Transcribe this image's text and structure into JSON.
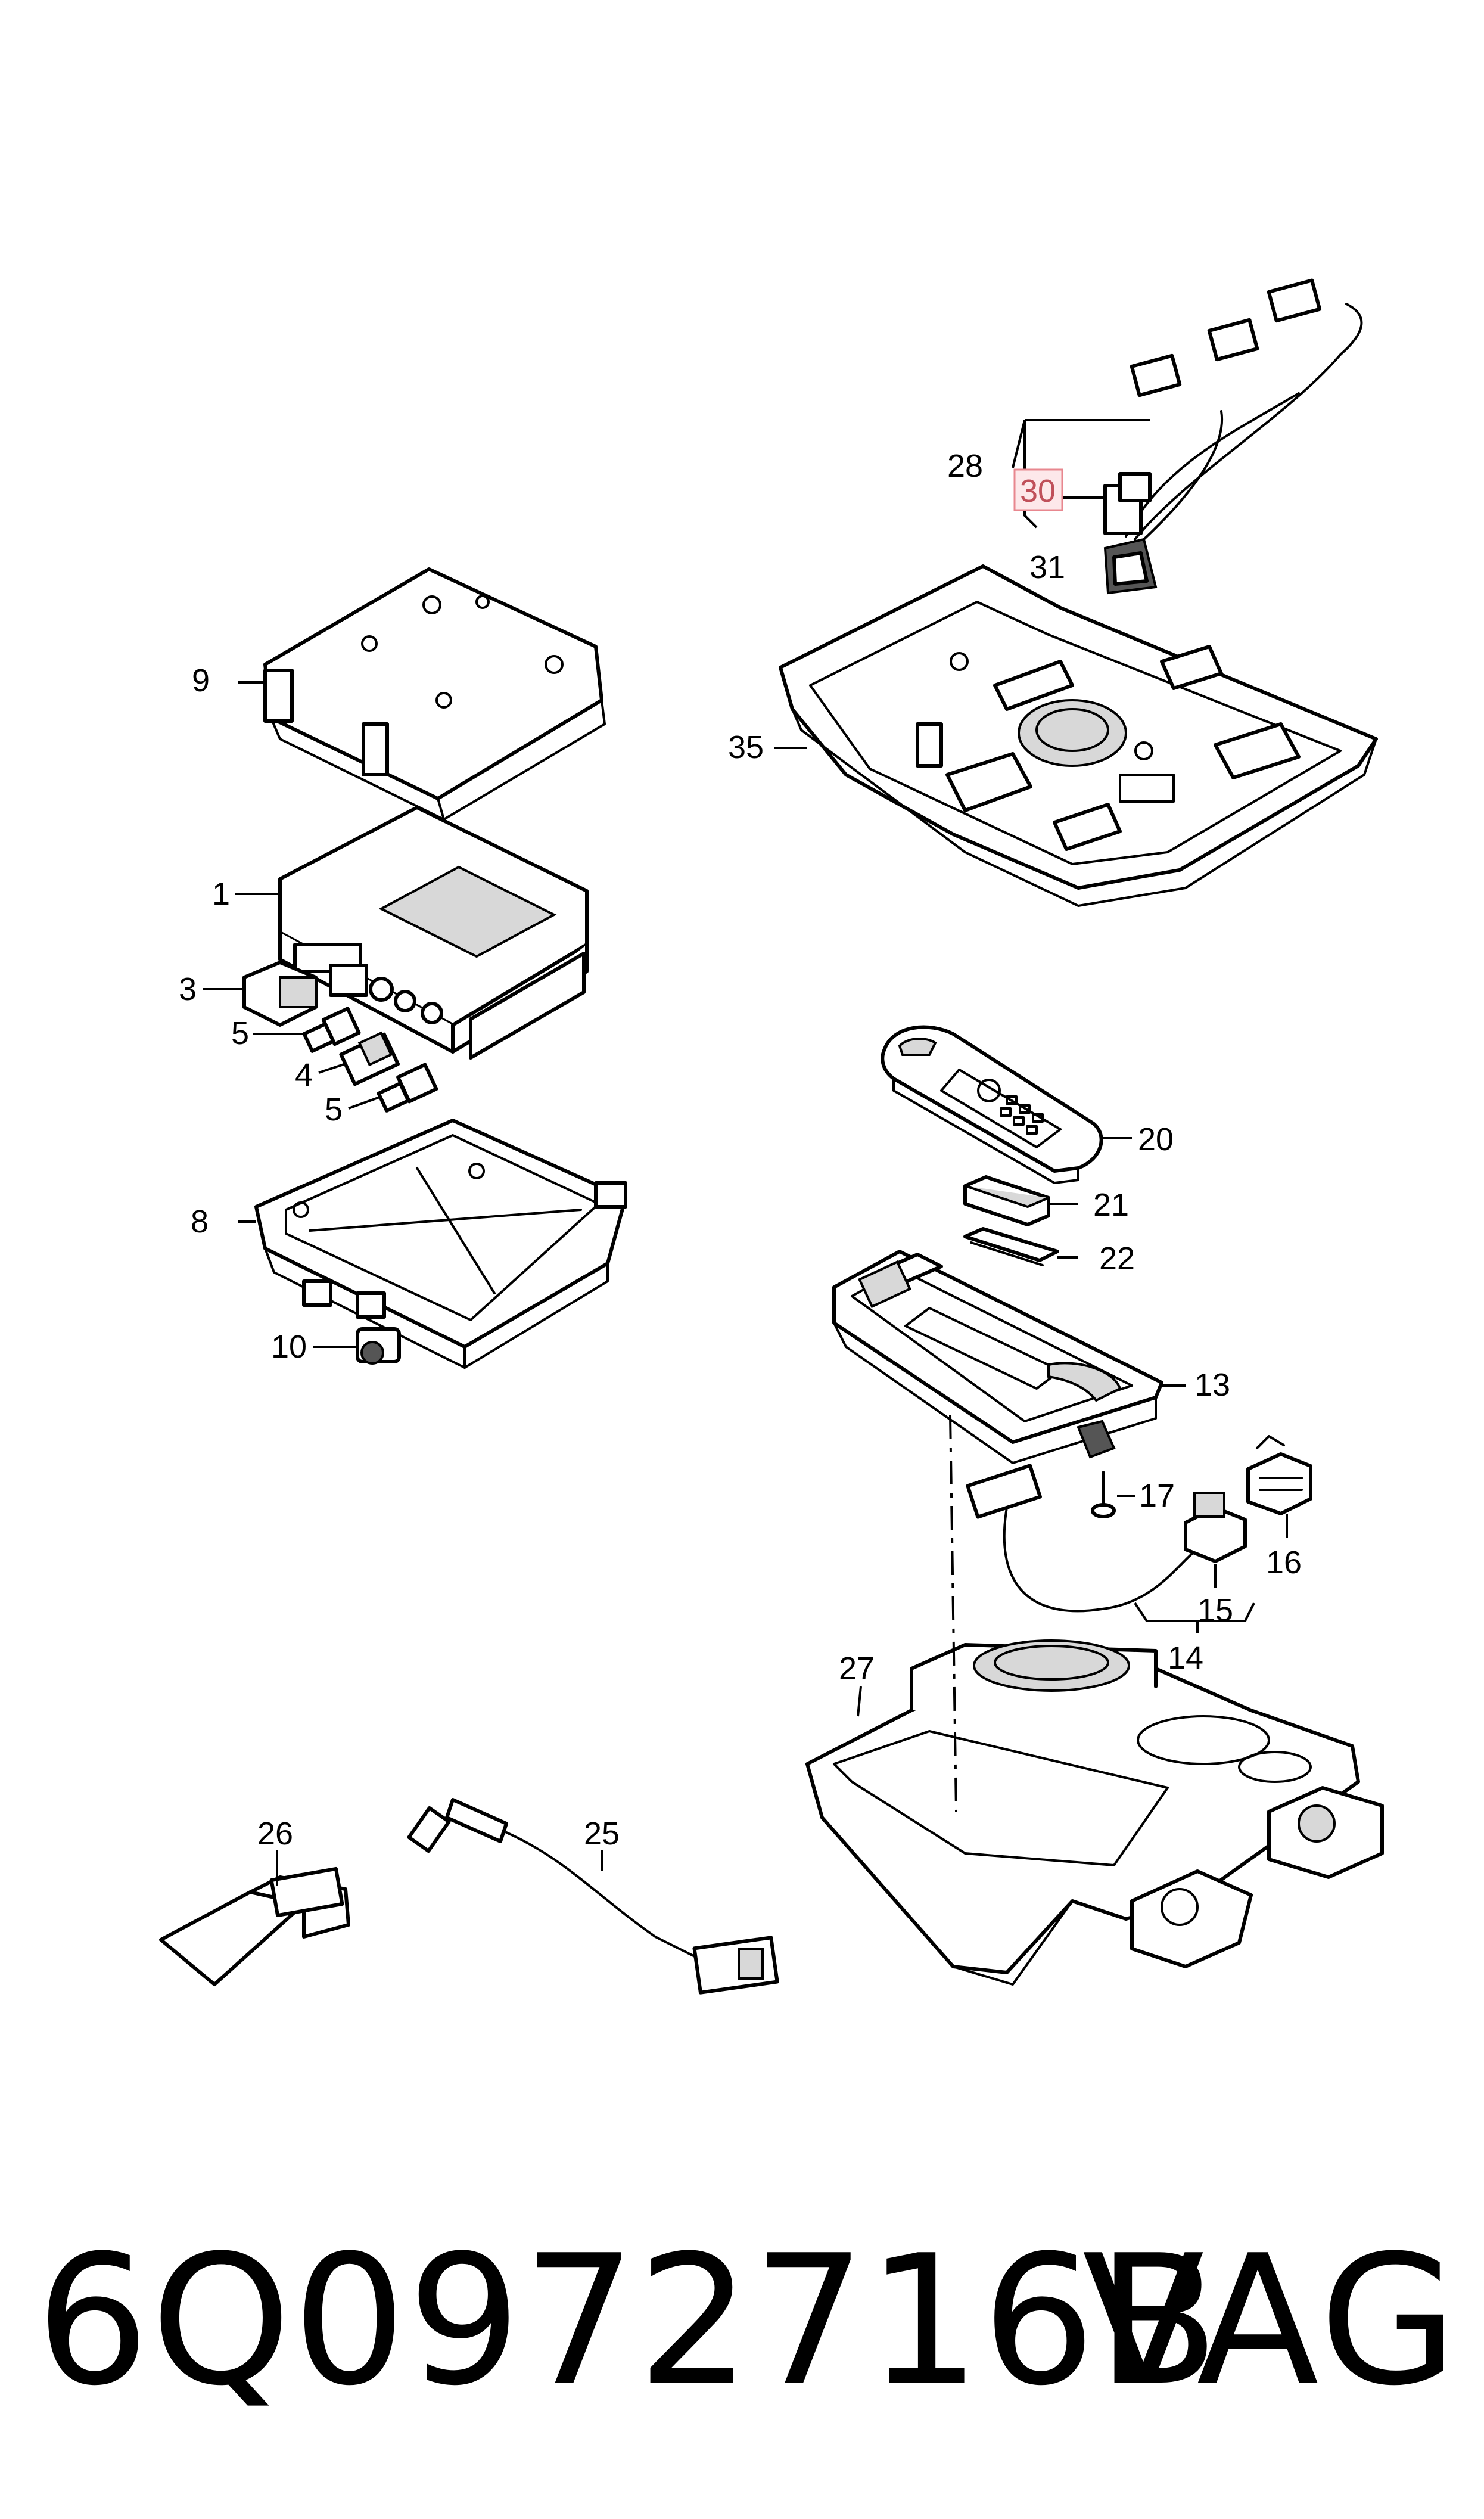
{
  "callouts": {
    "c1": "1",
    "c3": "3",
    "c4": "4",
    "c5a": "5",
    "c5b": "5",
    "c8": "8",
    "c9": "9",
    "c10": "10",
    "c13": "13",
    "c14": "14",
    "c15": "15",
    "c16": "16",
    "c17": "17",
    "c20": "20",
    "c21": "21",
    "c22": "22",
    "c25": "25",
    "c26": "26",
    "c27": "27",
    "c28": "28",
    "c30": "30",
    "c31": "31",
    "c35": "35"
  },
  "highlighted_callout": "30",
  "colors": {
    "line": "#000000",
    "background": "#ffffff",
    "highlight_fill": "#fde8ea",
    "highlight_stroke": "#e8878f"
  },
  "footer": {
    "part_number": "6Q0972716B",
    "brand": "VAG"
  }
}
